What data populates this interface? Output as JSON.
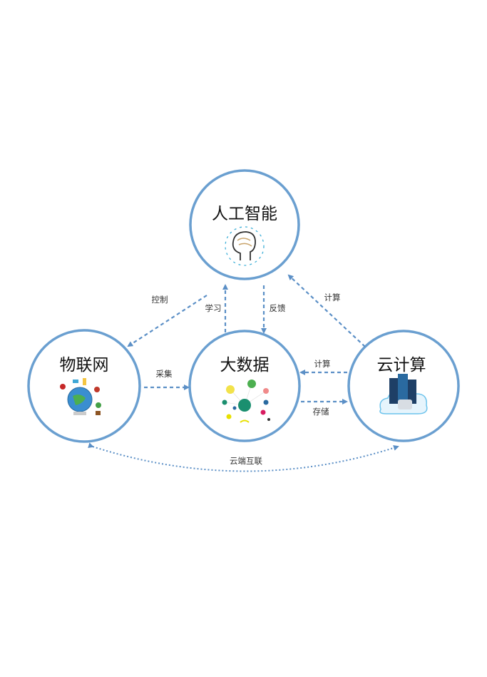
{
  "nodes": {
    "ai": {
      "title": "人工智能",
      "icon": "brain-head-icon"
    },
    "iot": {
      "title": "物联网",
      "icon": "globe-devices-icon"
    },
    "bigdata": {
      "title": "大数据",
      "icon": "data-network-icon"
    },
    "cloud": {
      "title": "云计算",
      "icon": "server-cloud-icon"
    }
  },
  "edges": {
    "control": "控制",
    "learn": "学习",
    "feedback": "反馈",
    "compute_ai": "计算",
    "collect": "采集",
    "compute_data": "计算",
    "store": "存储",
    "interconnect": "云端互联"
  },
  "colors": {
    "ring": "#6a9fd0",
    "arrow": "#5b8fc6"
  }
}
